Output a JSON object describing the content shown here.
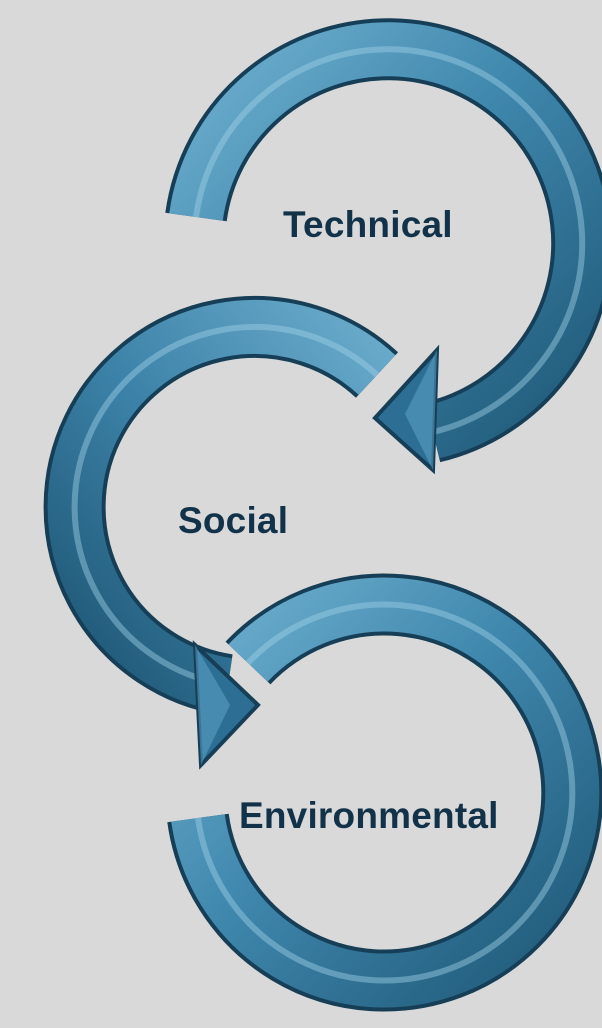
{
  "diagram": {
    "stages": [
      {
        "label": "Technical",
        "icon": "circular-arrow-icon"
      },
      {
        "label": "Social",
        "icon": "circular-arrow-icon"
      },
      {
        "label": "Environmental",
        "icon": "circular-arrow-icon"
      }
    ],
    "colors": {
      "background": "#d9d9d9",
      "arrow_light": "#6fb0cf",
      "arrow_mid": "#3f87ad",
      "arrow_dark": "#1f5877",
      "arrow_edge": "#163f57",
      "label_text": "#12324a"
    }
  }
}
